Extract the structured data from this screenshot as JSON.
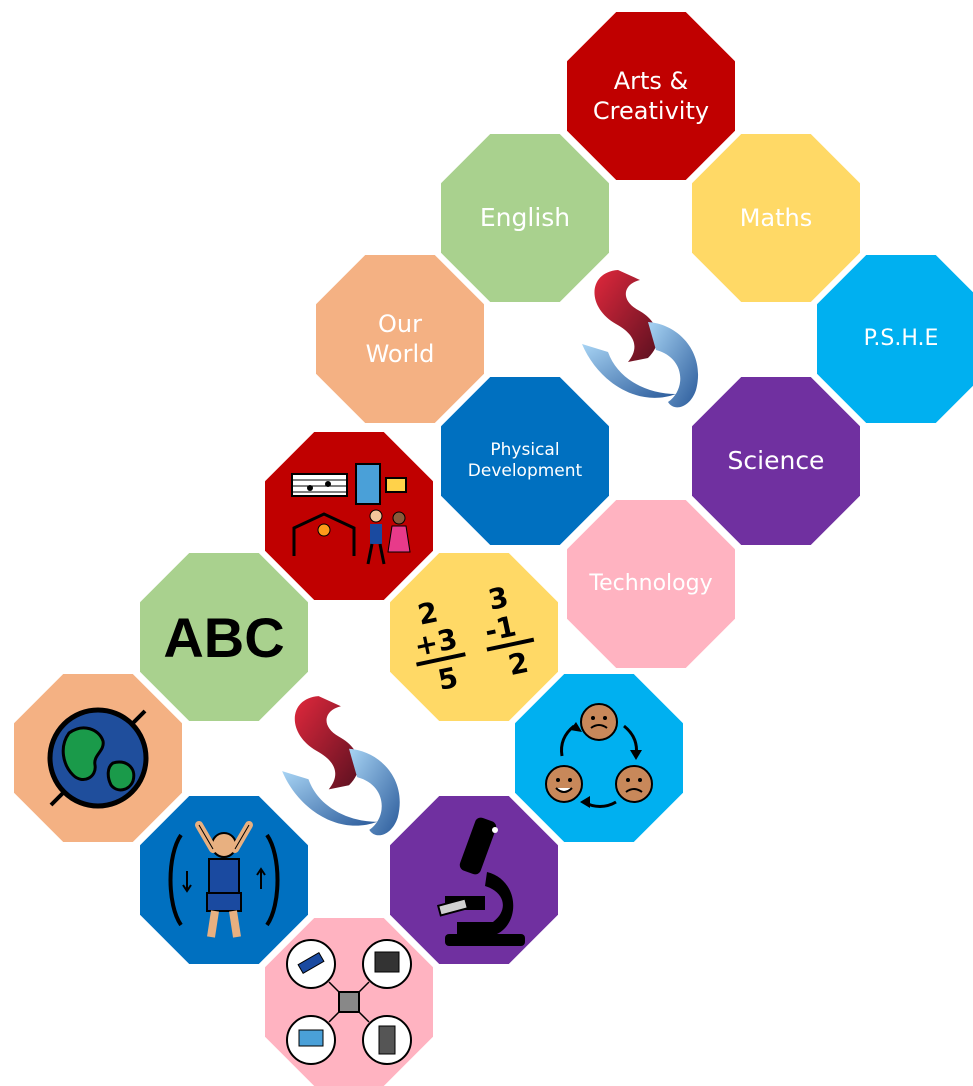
{
  "colors": {
    "arts": "#c00000",
    "english": "#a9d18e",
    "maths": "#ffd966",
    "our_world": "#f4b183",
    "pshe": "#00b0f0",
    "physical": "#0070c0",
    "science": "#7030a0",
    "technology": "#ffb3c1"
  },
  "subjects": {
    "arts": "Arts &\nCreativity",
    "english": "English",
    "maths": "Maths",
    "our_world": "Our\nWorld",
    "pshe": "P.S.H.E",
    "physical": "Physical\nDevelopment",
    "science": "Science",
    "technology": "Technology"
  },
  "icons": {
    "english_symbol": "ABC",
    "maths_symbol_1": "2\n+3\n5",
    "maths_symbol_2": "3\n-1\n2",
    "arts": "music-art-sport-icon",
    "our_world": "globe-icon",
    "physical": "exercise-icon",
    "science": "microscope-icon",
    "pshe": "emotions-cycle-icon",
    "technology": "devices-icon",
    "logo": "s-logo-icon"
  }
}
